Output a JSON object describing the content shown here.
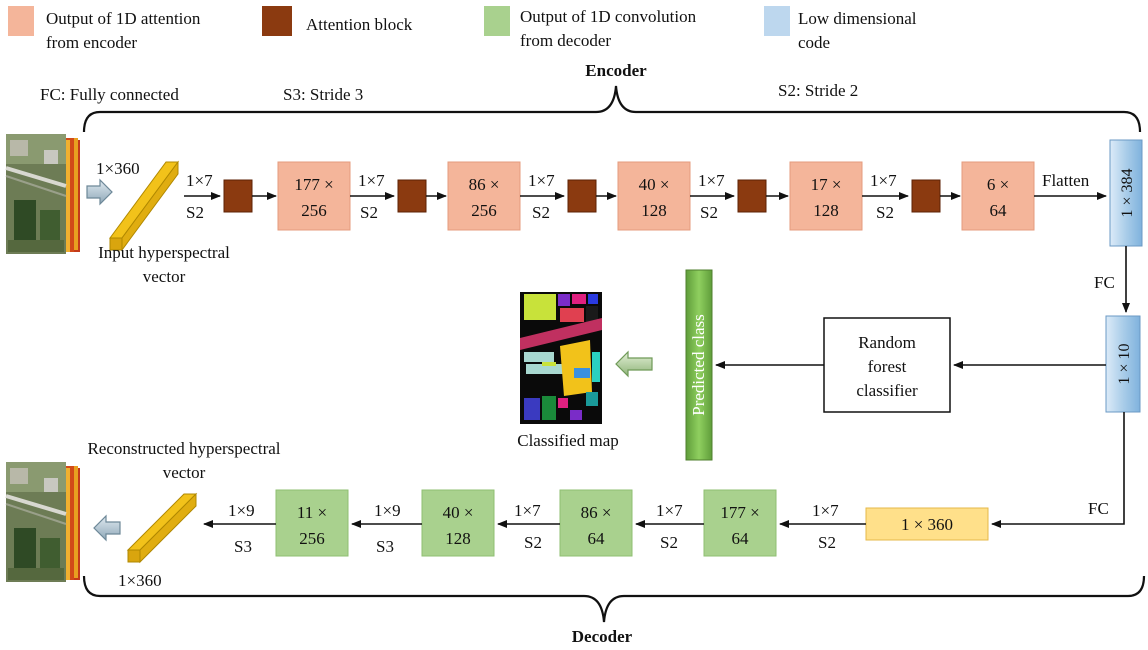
{
  "legend": {
    "attention_output": "Output of 1D attention from encoder",
    "attention_output_line1": "Output of 1D attention",
    "attention_output_line2": "from encoder",
    "attention_block": "Attention block",
    "conv_output_line1": "Output of 1D convolution",
    "conv_output_line2": "from decoder",
    "low_dim_line1": "Low dimensional",
    "low_dim_line2": "code"
  },
  "notes": {
    "fc": "FC: Fully connected",
    "s3": "S3: Stride 3",
    "s2": "S2: Stride 2"
  },
  "encoder": {
    "title": "Encoder",
    "input_size": "1×360",
    "input_label_line1": "Input hyperspectral",
    "input_label_line2": "vector",
    "stages": [
      {
        "kernel": "1×7",
        "stride": "S2",
        "out_line1": "177 ×",
        "out_line2": "256"
      },
      {
        "kernel": "1×7",
        "stride": "S2",
        "out_line1": "86 ×",
        "out_line2": "256"
      },
      {
        "kernel": "1×7",
        "stride": "S2",
        "out_line1": "40 ×",
        "out_line2": "128"
      },
      {
        "kernel": "1×7",
        "stride": "S2",
        "out_line1": "17 ×",
        "out_line2": "128"
      },
      {
        "kernel": "1×7",
        "stride": "S2",
        "out_line1": "6 ×",
        "out_line2": "64"
      }
    ],
    "flatten": "Flatten",
    "flat_vector": "1 × 384",
    "fc": "FC",
    "code_vector": "1 × 10"
  },
  "classifier": {
    "line1": "Random",
    "line2": "forest",
    "line3": "classifier",
    "predicted": "Predicted class",
    "map_label": "Classified map"
  },
  "decoder": {
    "title": "Decoder",
    "fc": "FC",
    "first": "1 × 360",
    "stages": [
      {
        "kernel": "1×7",
        "stride": "S2",
        "out_line1": "177 ×",
        "out_line2": "64"
      },
      {
        "kernel": "1×7",
        "stride": "S2",
        "out_line1": "86 ×",
        "out_line2": "64"
      },
      {
        "kernel": "1×7",
        "stride": "S2",
        "out_line1": "40 ×",
        "out_line2": "128"
      },
      {
        "kernel": "1×9",
        "stride": "S3",
        "out_line1": "11 ×",
        "out_line2": "256"
      },
      {
        "kernel": "1×9",
        "stride": "S3"
      }
    ],
    "output_size": "1×360",
    "output_label_line1": "Reconstructed hyperspectral",
    "output_label_line2": "vector"
  },
  "colors": {
    "attention_output": "#f4b59a",
    "attention_block": "#8b3a10",
    "conv_output": "#a9d18e",
    "low_dim": "#bdd7ee",
    "fc_output": "#ffe08a",
    "predicted_bar": "#70ad47",
    "vector_bar": "#f2c21a"
  }
}
